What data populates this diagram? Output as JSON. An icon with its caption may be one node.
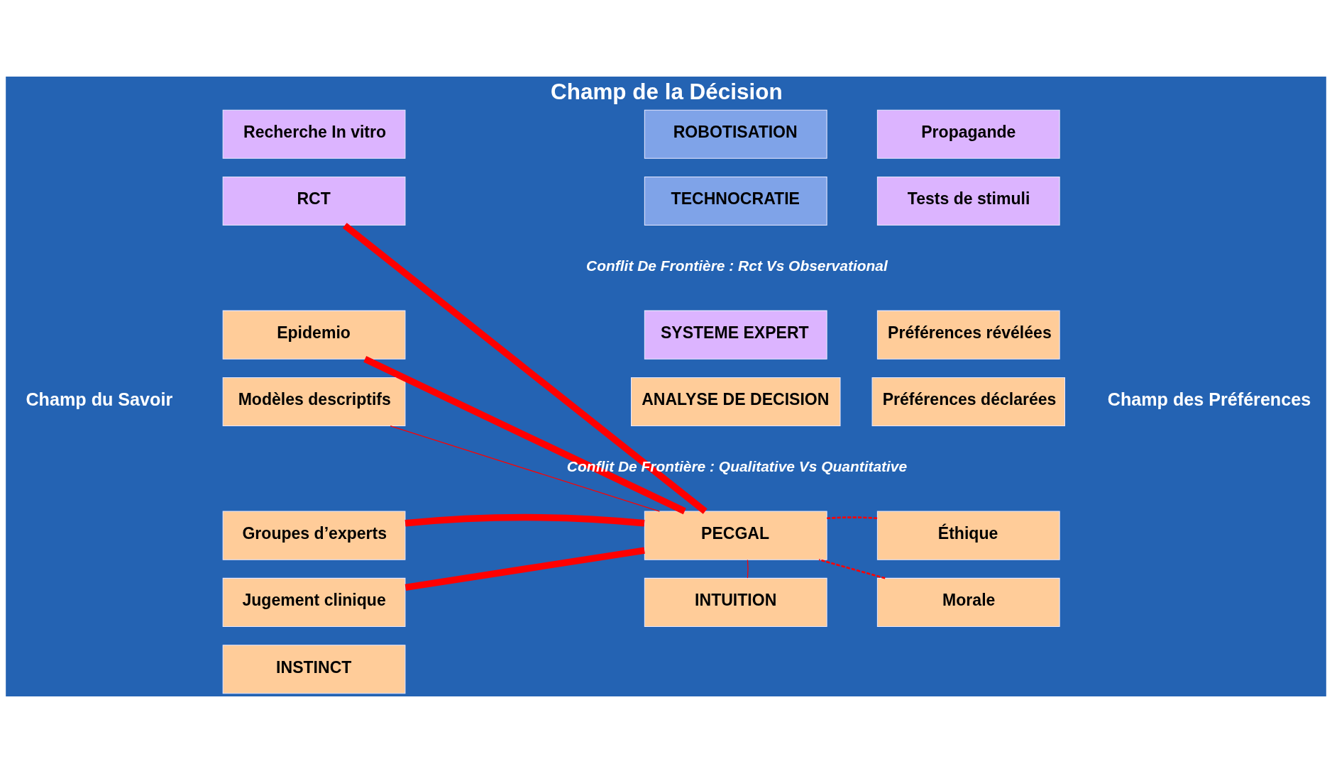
{
  "diagram": {
    "title": "Champ de la Décision",
    "nodes": [
      {
        "text": [
          "Recherche In vitro"
        ]
      },
      {
        "text": [
          "ROBOTISATION"
        ]
      },
      {
        "text": [
          "Propagande"
        ]
      },
      {
        "text": [
          "RCT"
        ]
      },
      {
        "text": [
          "TECHNOCRATIE"
        ]
      },
      {
        "text": [
          "Tests de stimuli"
        ]
      },
      {
        "text": [
          "Epidemio"
        ]
      },
      {
        "text": [
          "SYSTEME EXPERT"
        ]
      },
      {
        "text": [
          "Préférences révélées"
        ]
      },
      {
        "text": [
          "Modèles descriptifs"
        ]
      },
      {
        "text": [
          "ANALYSE DE DECISION"
        ]
      },
      {
        "text": [
          "Préférences déclarées"
        ]
      },
      {
        "text": [
          "Groupes d’experts"
        ]
      },
      {
        "text": [
          "PECGAL"
        ]
      },
      {
        "text": [
          "Éthique"
        ]
      },
      {
        "text": [
          "Jugement clinique"
        ]
      },
      {
        "text": [
          "INTUITION"
        ]
      },
      {
        "text": [
          "Morale"
        ]
      },
      {
        "text": [
          "INSTINCT"
        ]
      }
    ],
    "edges": [
      {
        "from": 3,
        "to": 13,
        "arrow": "none",
        "style": "thick"
      },
      {
        "from": 6,
        "to": 13,
        "arrow": "none",
        "style": "thick"
      },
      {
        "from": 9,
        "to": 13,
        "arrow": "none"
      },
      {
        "from": 12,
        "to": 13,
        "arrow": "none",
        "style": "thick"
      },
      {
        "from": 15,
        "to": 13,
        "arrow": "none",
        "style": "thick"
      },
      {
        "from": 16,
        "to": 13,
        "arrow": "none"
      },
      {
        "from": 14,
        "to": 13,
        "arrow": "none",
        "style": "dashed"
      },
      {
        "from": 17,
        "to": 13,
        "arrow": "none",
        "style": "dashed"
      }
    ],
    "labels": [
      "Conflit De Frontière : Rct Vs Observational",
      "Champ du Savoir",
      "Champ des Préférences",
      "Conflit De Frontière : Qualitative Vs Quantitative"
    ]
  }
}
